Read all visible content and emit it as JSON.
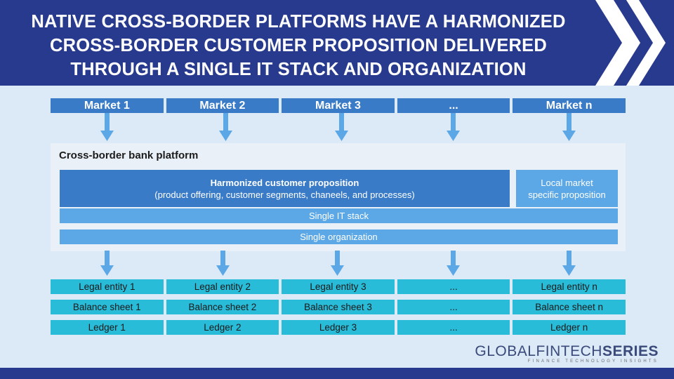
{
  "header": {
    "title_lines": [
      "NATIVE CROSS-BORDER PLATFORMS HAVE A HARMONIZED",
      "CROSS-BORDER CUSTOMER PROPOSITION DELIVERED",
      "THROUGH A SINGLE IT STACK AND ORGANIZATION"
    ]
  },
  "markets": [
    "Market 1",
    "Market 2",
    "Market 3",
    "...",
    "Market n"
  ],
  "platform": {
    "title": "Cross-border bank platform",
    "harmonized_title": "Harmonized customer proposition",
    "harmonized_detail": "(product offering, customer segments, chaneels, and processes)",
    "local_line1": "Local market",
    "local_line2": "specific proposition",
    "it_stack": "Single IT stack",
    "organization": "Single organization"
  },
  "legal_entities": [
    "Legal entity 1",
    "Legal entity 2",
    "Legal entity 3",
    "...",
    "Legal entity n"
  ],
  "balance_sheets": [
    "Balance sheet 1",
    "Balance sheet 2",
    "Balance sheet 3",
    "...",
    "Balance sheet n"
  ],
  "ledgers": [
    "Ledger 1",
    "Ledger 2",
    "Ledger 3",
    "...",
    "Ledger n"
  ],
  "logo": {
    "part1": "GLOBALFINTECH",
    "part2": "SERIES",
    "tagline": "FINANCE TECHNOLOGY INSIGHTS"
  },
  "colors": {
    "header": "#273a8e",
    "market": "#3a7bc8",
    "entity": "#29bcd9",
    "light_bar": "#5ca8e6",
    "arrow": "#5ca8e6",
    "background": "#dce9f6"
  }
}
